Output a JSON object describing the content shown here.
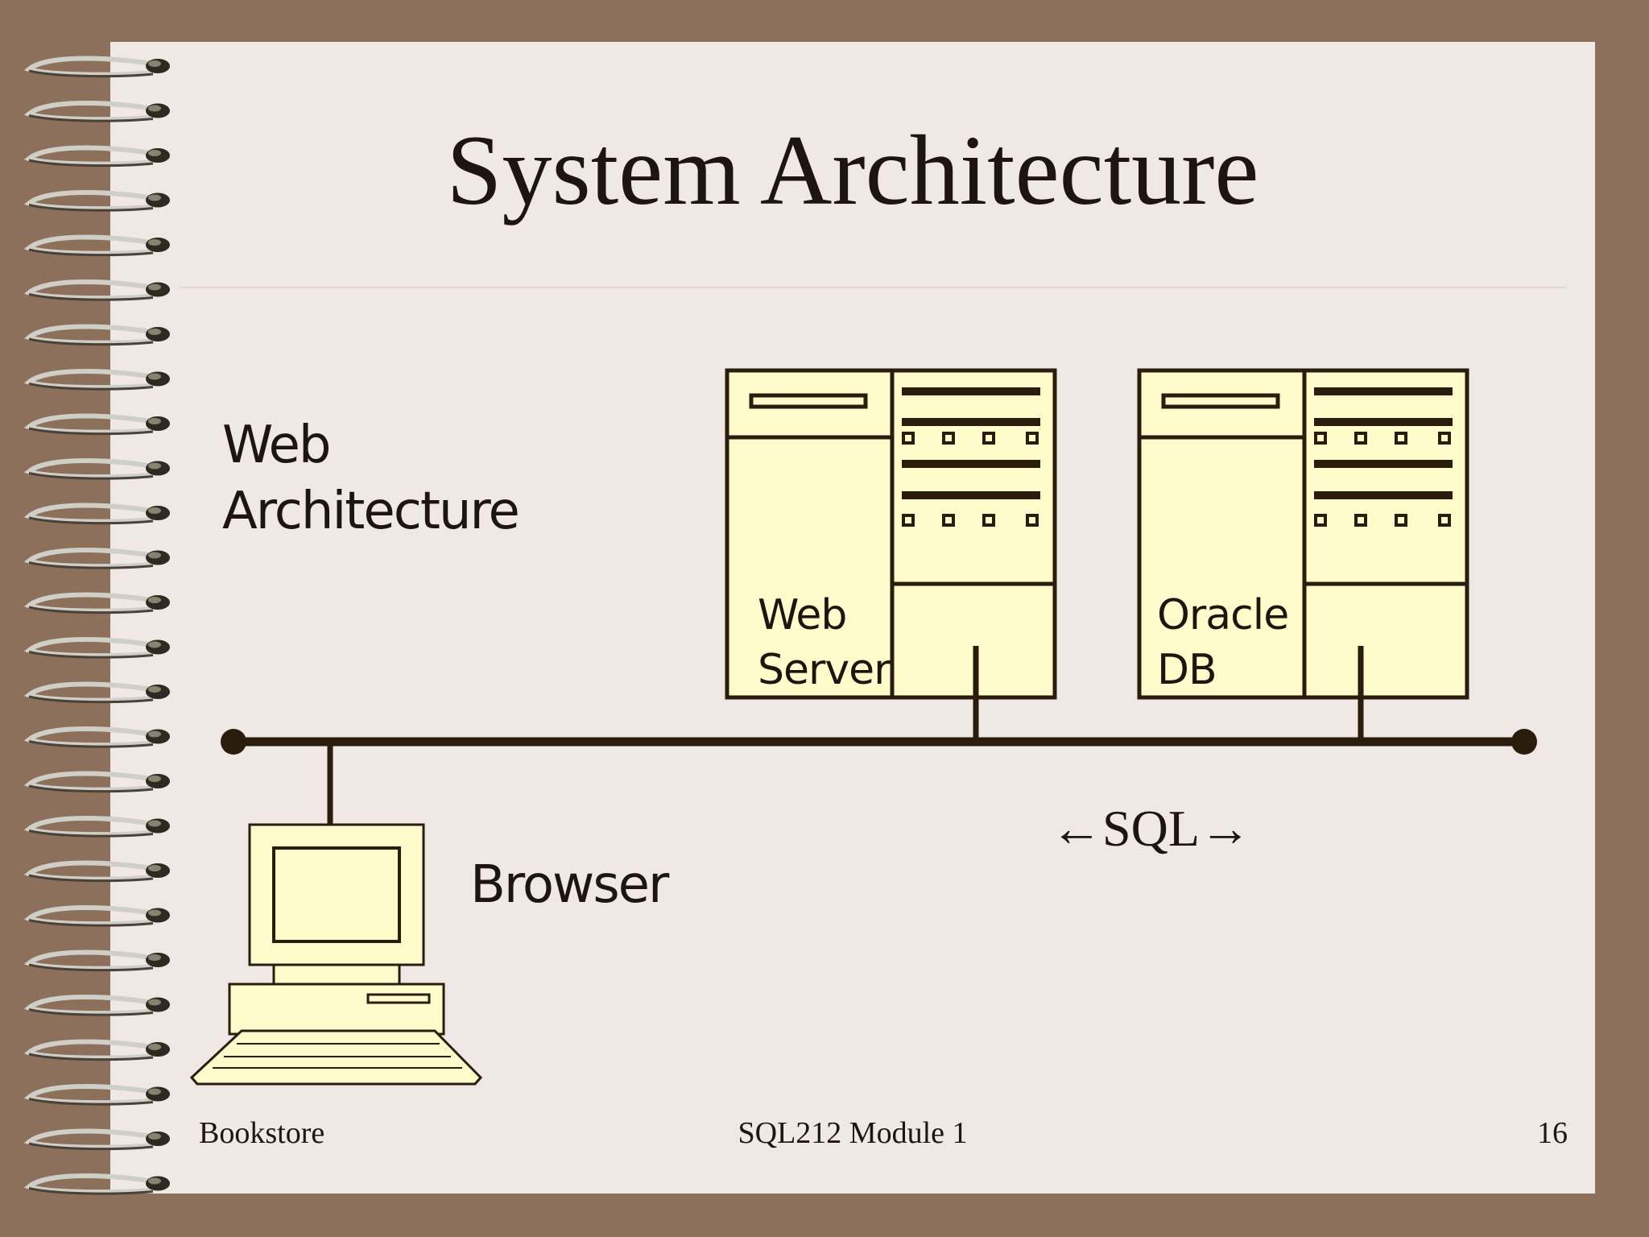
{
  "slide": {
    "title": "System Architecture",
    "subtitle_line1": "Web",
    "subtitle_line2": "Architecture"
  },
  "diagram": {
    "web_server_label_line1": "Web",
    "web_server_label_line2": "Server",
    "db_label_line1": "Oracle",
    "db_label_line2": "DB",
    "browser_label": "Browser",
    "sql_label": "←SQL→",
    "colors": {
      "device_fill": "#fffccc",
      "outline": "#2b1d0e"
    }
  },
  "footer": {
    "left": "Bookstore",
    "center": "SQL212  Module 1",
    "right": "16"
  }
}
